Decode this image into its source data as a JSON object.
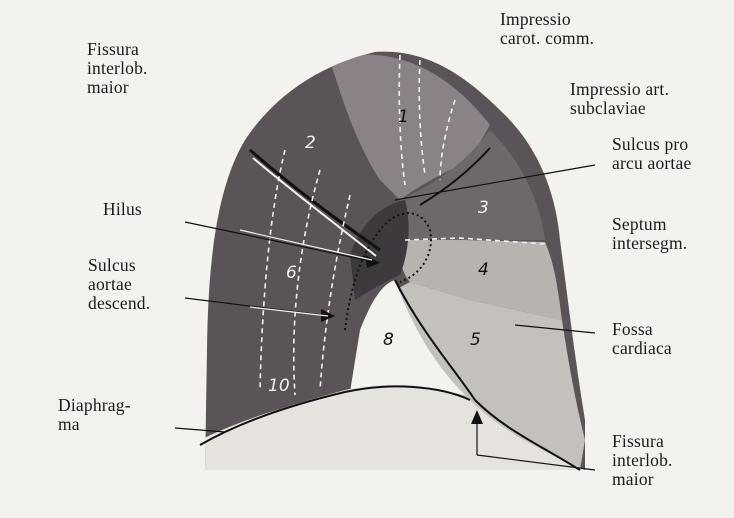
{
  "labels": {
    "fissura_top": [
      "Fissura",
      "interlob.",
      "maior"
    ],
    "impressio_carot": [
      "Impressio",
      "carot. comm."
    ],
    "impressio_art": [
      "Impressio art.",
      "subclaviae"
    ],
    "sulcus_arcus": [
      "Sulcus pro",
      "arcu aortae"
    ],
    "hilus": [
      "Hilus"
    ],
    "septum": [
      "Septum",
      "intersegm."
    ],
    "sulcus_desc": [
      "Sulcus",
      "aortae",
      "descend."
    ],
    "fossa": [
      "Fossa",
      "cardiaca"
    ],
    "diaphragma": [
      "Diaphrag-",
      "ma"
    ],
    "fissura_bottom": [
      "Fissura",
      "interlob.",
      "maior"
    ]
  },
  "segments": [
    "1",
    "2",
    "3",
    "4",
    "5",
    "6",
    "8",
    "10"
  ],
  "colors": {
    "dark_segment": "#5a5458",
    "light_segment": "#b7b3af",
    "apex_segment": "#8a8286",
    "pale_segment": "#f4f2ee",
    "diaphragm": "#e6e3df",
    "line": "#111111"
  }
}
